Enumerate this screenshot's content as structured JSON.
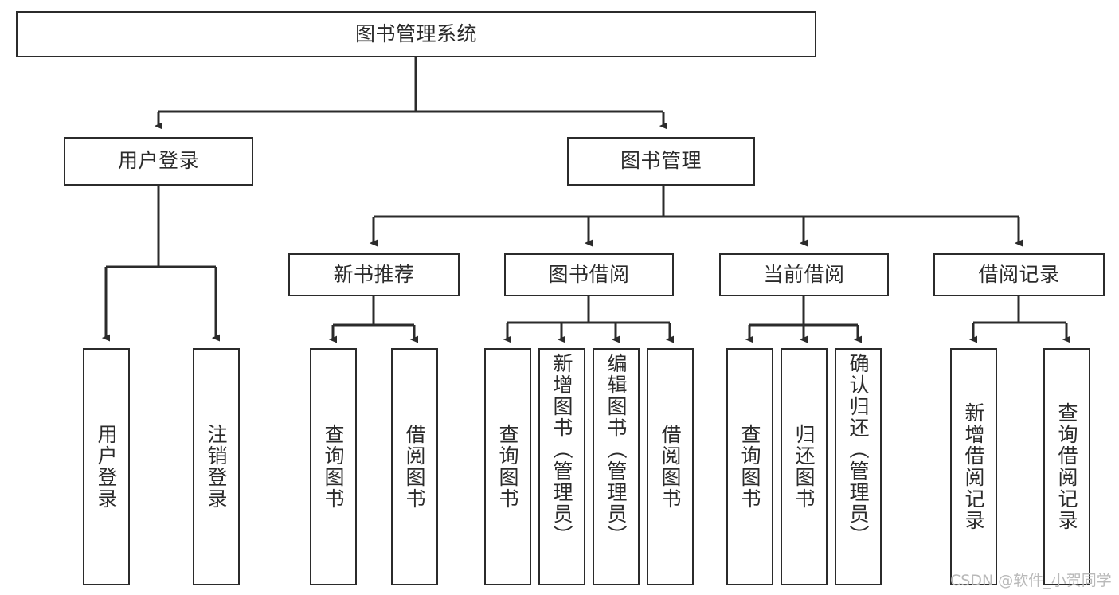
{
  "diagram": {
    "type": "tree-hierarchy",
    "title": "图书管理系统",
    "root": {
      "id": "root",
      "label": "图书管理系统"
    },
    "level2": [
      {
        "id": "user-login",
        "label": "用户登录"
      },
      {
        "id": "book-management",
        "label": "图书管理"
      }
    ],
    "level3": [
      {
        "id": "new-book-recommend",
        "label": "新书推荐",
        "parent": "book-management"
      },
      {
        "id": "book-borrow",
        "label": "图书借阅",
        "parent": "book-management"
      },
      {
        "id": "current-borrow",
        "label": "当前借阅",
        "parent": "book-management"
      },
      {
        "id": "borrow-record",
        "label": "借阅记录",
        "parent": "book-management"
      }
    ],
    "leaves": [
      {
        "id": "leaf-user-login",
        "label": "用户登录",
        "parent": "user-login"
      },
      {
        "id": "leaf-user-logout",
        "label": "注销登录",
        "parent": "user-login"
      },
      {
        "id": "leaf-query-book-1",
        "label": "查询图书",
        "parent": "new-book-recommend"
      },
      {
        "id": "leaf-borrow-book-1",
        "label": "借阅图书",
        "parent": "new-book-recommend"
      },
      {
        "id": "leaf-query-book-2",
        "label": "查询图书",
        "parent": "book-borrow"
      },
      {
        "id": "leaf-add-book",
        "label": "新增图书（管理员）",
        "parent": "book-borrow"
      },
      {
        "id": "leaf-edit-book",
        "label": "编辑图书（管理员）",
        "parent": "book-borrow"
      },
      {
        "id": "leaf-borrow-book-2",
        "label": "借阅图书",
        "parent": "book-borrow"
      },
      {
        "id": "leaf-query-book-3",
        "label": "查询图书",
        "parent": "current-borrow"
      },
      {
        "id": "leaf-return-book",
        "label": "归还图书",
        "parent": "current-borrow"
      },
      {
        "id": "leaf-confirm-return",
        "label": "确认归还（管理员）",
        "parent": "current-borrow"
      },
      {
        "id": "leaf-add-record",
        "label": "新增借阅记录",
        "parent": "borrow-record"
      },
      {
        "id": "leaf-query-record",
        "label": "查询借阅记录",
        "parent": "borrow-record"
      }
    ],
    "colors": {
      "stroke": "#2b2b2b",
      "fill": "#ffffff",
      "text": "#2b2b2b",
      "watermark": "#b9b9b9"
    }
  },
  "watermark": {
    "text": "CSDN @软件_小贺同学"
  }
}
